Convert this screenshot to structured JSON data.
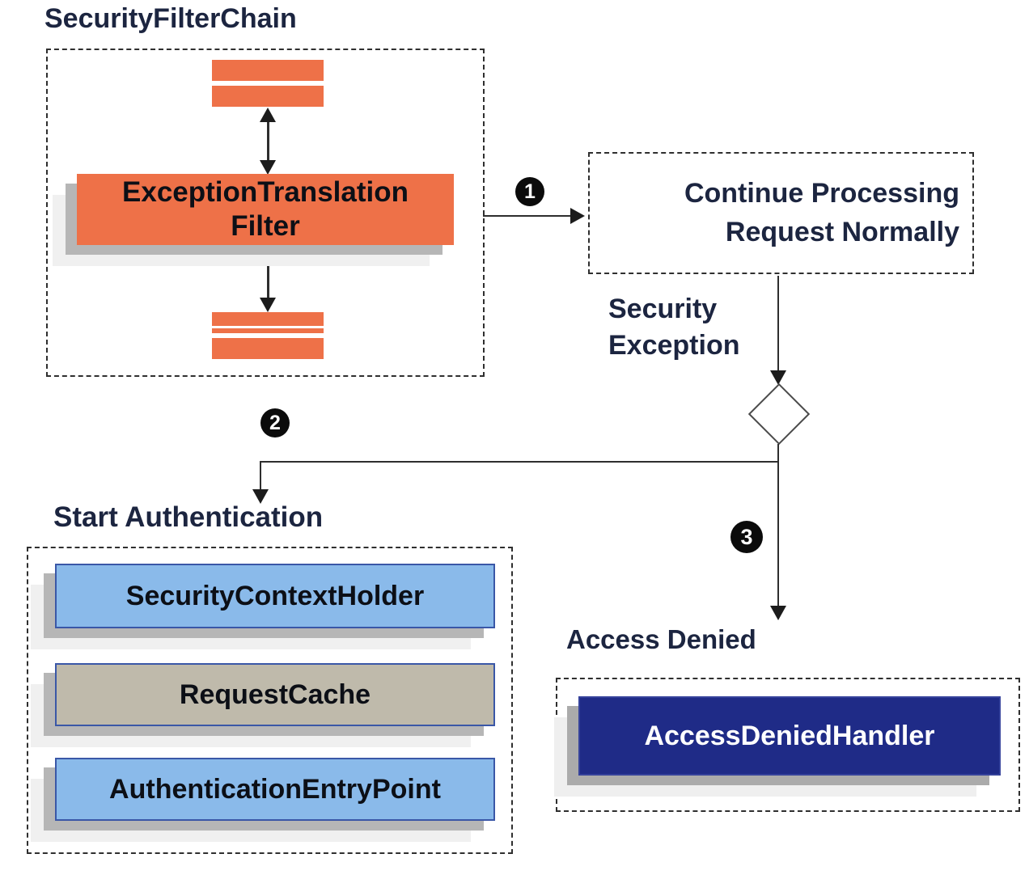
{
  "colors": {
    "filter_orange": "#ee7148",
    "node_light_blue": "#8abaea",
    "node_tan": "#bfbaab",
    "node_navy": "#1f2b87",
    "node_border_blue": "#3a57a7",
    "heading_text": "#1c2540",
    "node_text": "#0c0f16",
    "handler_text": "#ffffff",
    "flow_line": "#2e2e2e",
    "shadow_gray": "#b6b6b6",
    "badge_background": "#0b0b0b"
  },
  "security_filter_chain": {
    "title": "SecurityFilterChain",
    "filter": {
      "line1": "ExceptionTranslation",
      "line2": "Filter"
    }
  },
  "steps": {
    "step1": "1",
    "step2": "2",
    "step3": "3"
  },
  "continue_processing": {
    "line1": "Continue Processing",
    "line2": "Request Normally"
  },
  "security_exception": {
    "line1": "Security",
    "line2": "Exception"
  },
  "start_authentication": {
    "title": "Start Authentication",
    "items": [
      {
        "label": "SecurityContextHolder"
      },
      {
        "label": "RequestCache"
      },
      {
        "label": "AuthenticationEntryPoint"
      }
    ]
  },
  "access_denied": {
    "title": "Access Denied",
    "handler": "AccessDeniedHandler"
  }
}
